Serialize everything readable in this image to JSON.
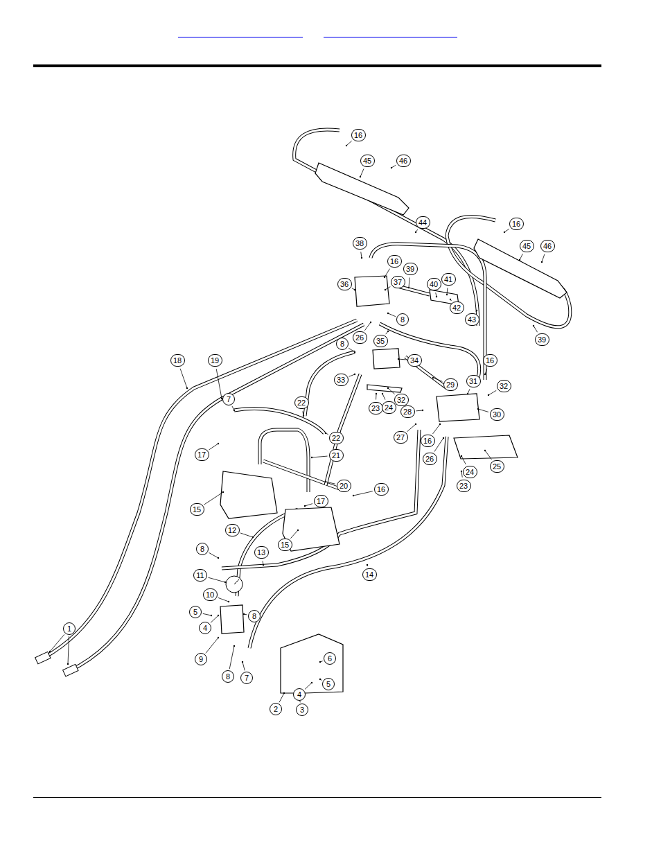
{
  "diagram": {
    "labels": [
      "16",
      "45",
      "46",
      "44",
      "16",
      "45",
      "46",
      "38",
      "16",
      "39",
      "36",
      "37",
      "40",
      "41",
      "42",
      "8",
      "43",
      "26",
      "39",
      "35",
      "18",
      "19",
      "8",
      "16",
      "34",
      "31",
      "29",
      "32",
      "33",
      "32",
      "23",
      "24",
      "30",
      "7",
      "22",
      "28",
      "22",
      "27",
      "16",
      "17",
      "21",
      "26",
      "25",
      "24",
      "23",
      "15",
      "20",
      "17",
      "16",
      "12",
      "15",
      "8",
      "13",
      "14",
      "11",
      "10",
      "5",
      "4",
      "8",
      "1",
      "9",
      "6",
      "8",
      "7",
      "5",
      "2",
      "3",
      "4"
    ]
  }
}
